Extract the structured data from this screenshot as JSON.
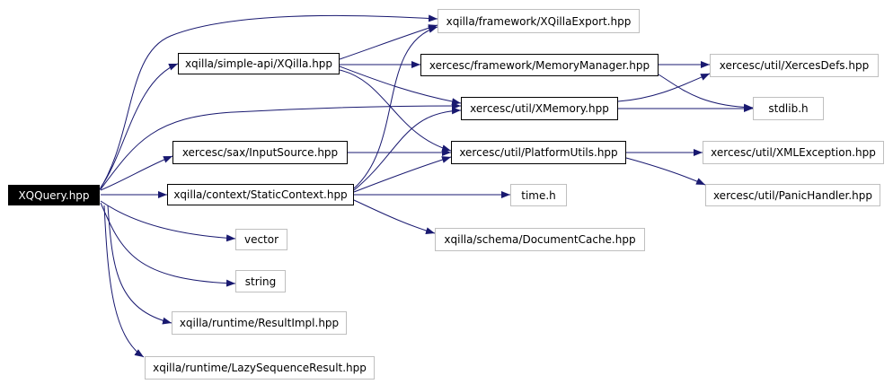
{
  "nodes": {
    "xqquery": "XQQuery.hpp",
    "xqilla": "xqilla/simple-api/XQilla.hpp",
    "inputsource": "xercesc/sax/InputSource.hpp",
    "staticcontext": "xqilla/context/StaticContext.hpp",
    "vector": "vector",
    "string": "string",
    "resultimpl": "xqilla/runtime/ResultImpl.hpp",
    "lazyseq": "xqilla/runtime/LazySequenceResult.hpp",
    "xqillaexport": "xqilla/framework/XQillaExport.hpp",
    "memorymanager": "xercesc/framework/MemoryManager.hpp",
    "xmemory": "xercesc/util/XMemory.hpp",
    "platformutils": "xercesc/util/PlatformUtils.hpp",
    "timeh": "time.h",
    "doccache": "xqilla/schema/DocumentCache.hpp",
    "xercesdefs": "xercesc/util/XercesDefs.hpp",
    "stdlib": "stdlib.h",
    "xmlexception": "xercesc/util/XMLException.hpp",
    "panichandler": "xercesc/util/PanicHandler.hpp"
  },
  "edges": [
    [
      "xqquery",
      "xqillaexport"
    ],
    [
      "xqquery",
      "xqilla"
    ],
    [
      "xqquery",
      "xmemory"
    ],
    [
      "xqquery",
      "inputsource"
    ],
    [
      "xqquery",
      "staticcontext"
    ],
    [
      "xqquery",
      "vector"
    ],
    [
      "xqquery",
      "string"
    ],
    [
      "xqquery",
      "resultimpl"
    ],
    [
      "xqquery",
      "lazyseq"
    ],
    [
      "xqilla",
      "xqillaexport"
    ],
    [
      "xqilla",
      "memorymanager"
    ],
    [
      "xqilla",
      "xmemory"
    ],
    [
      "xqilla",
      "platformutils"
    ],
    [
      "inputsource",
      "platformutils"
    ],
    [
      "staticcontext",
      "xqillaexport"
    ],
    [
      "staticcontext",
      "xmemory"
    ],
    [
      "staticcontext",
      "platformutils"
    ],
    [
      "staticcontext",
      "timeh"
    ],
    [
      "staticcontext",
      "doccache"
    ],
    [
      "memorymanager",
      "xercesdefs"
    ],
    [
      "memorymanager",
      "stdlib"
    ],
    [
      "xmemory",
      "xercesdefs"
    ],
    [
      "xmemory",
      "stdlib"
    ],
    [
      "platformutils",
      "xmlexception"
    ],
    [
      "platformutils",
      "panichandler"
    ]
  ],
  "colors": {
    "edge": "#191970",
    "solid_border": "#000000",
    "external_border": "#bfbfbf",
    "root_fill": "#000000",
    "root_text": "#ffffff"
  }
}
